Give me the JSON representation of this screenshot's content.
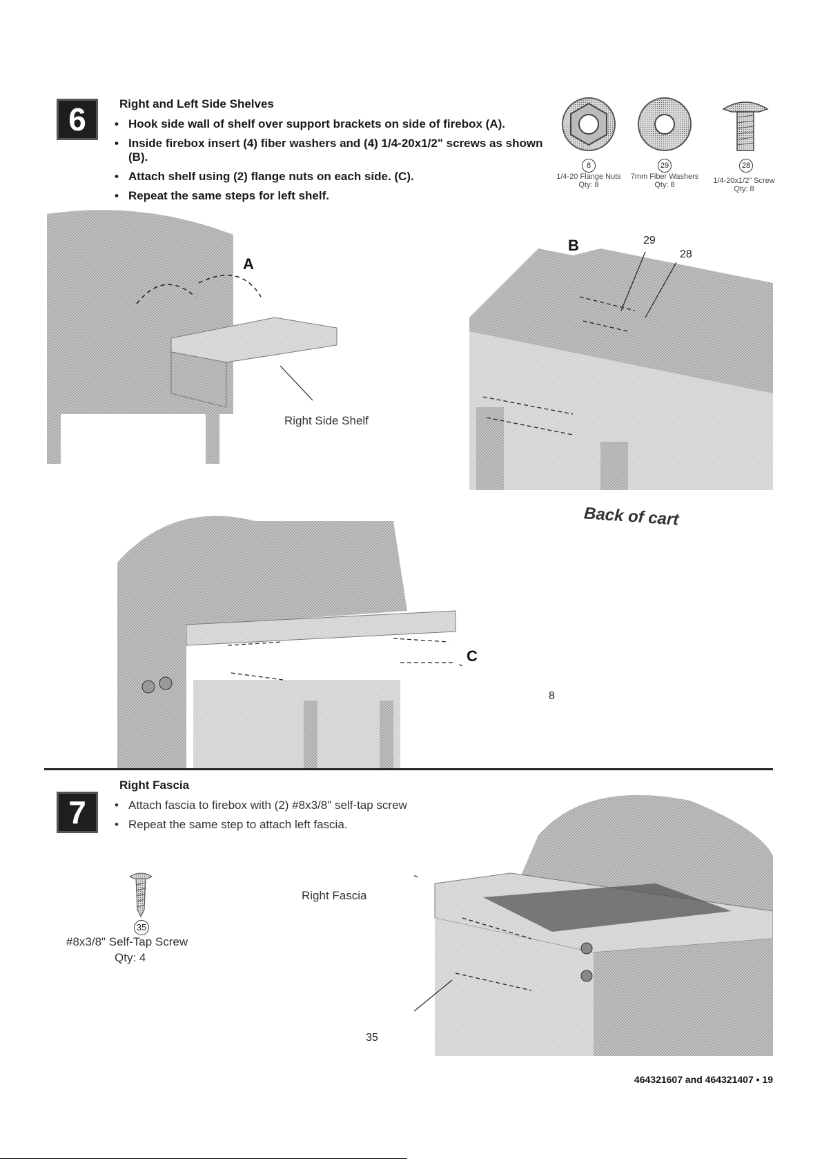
{
  "step6": {
    "number": "6",
    "title": "Right and Left Side Shelves",
    "bullets": [
      "Hook side wall of shelf over support brackets on side of firebox (A).",
      "Inside firebox insert (4) fiber washers and (4) 1/4-20x1/2\" screws as shown (B).",
      "Attach shelf using (2) flange nuts on each side. (C).",
      "Repeat the same steps for left shelf."
    ],
    "parts": [
      {
        "num": "8",
        "name": "1/4-20 Flange Nuts",
        "qty": "Qty: 8"
      },
      {
        "num": "29",
        "name": "7mm Fiber Washers",
        "qty": "Qty: 8"
      },
      {
        "num": "28",
        "name": "1/4-20x1/2\" Screw",
        "qty": "Qty: 8"
      }
    ],
    "fig_a": {
      "letter": "A",
      "label": "Right Side Shelf"
    },
    "fig_b": {
      "letter": "B",
      "callout1": "29",
      "callout2": "28",
      "caption": "Back of cart"
    },
    "fig_c": {
      "letter": "C",
      "callout": "8"
    }
  },
  "step7": {
    "number": "7",
    "title": "Right Fascia",
    "bullets": [
      "Attach fascia to firebox with (2) #8x3/8\" self-tap screw",
      "Repeat the same step to attach left fascia."
    ],
    "part": {
      "num": "35",
      "name": "#8x3/8\" Self-Tap Screw",
      "qty": "Qty: 4"
    },
    "label": "Right Fascia",
    "callout": "35"
  },
  "footer": {
    "page": "464321607 and 464321407 • 19"
  }
}
